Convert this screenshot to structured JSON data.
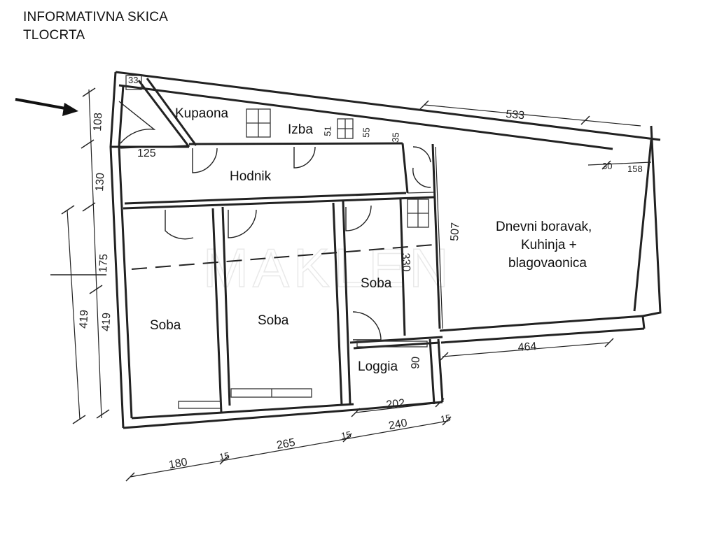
{
  "header": {
    "line1": "INFORMATIVNA SKICA",
    "line2": "TLOCRTA"
  },
  "watermark": "MAKLEN",
  "rooms": {
    "kupaona": "Kupaona",
    "izba": "Izba",
    "hodnik": "Hodnik",
    "soba_left": "Soba",
    "soba_middle": "Soba",
    "soba_right": "Soba",
    "loggia": "Loggia",
    "living_line1": "Dnevni boravak,",
    "living_line2": "Kuhinja +",
    "living_line3": "blagovaonica"
  },
  "dimensions": {
    "d108": "108",
    "d130": "130",
    "d175": "175",
    "d419_outer": "419",
    "d419_inner": "419",
    "d125": "125",
    "d33": "33",
    "d51": "51",
    "d55": "55",
    "d35": "35",
    "d533": "533",
    "d30": "30",
    "d158": "158",
    "d507": "507",
    "d330": "330",
    "d464": "464",
    "d90": "90",
    "d202": "202",
    "d180": "180",
    "d15a": "15",
    "d265": "265",
    "d15b": "15",
    "d240": "240",
    "d15c": "15"
  }
}
